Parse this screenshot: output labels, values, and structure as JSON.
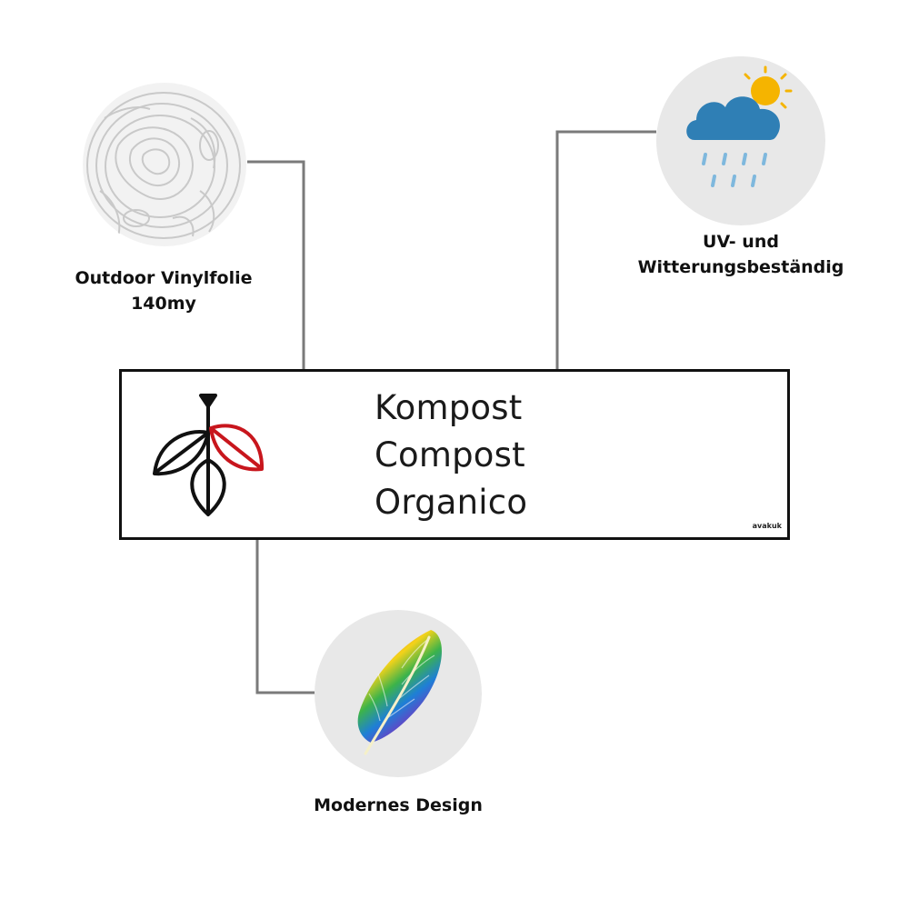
{
  "features": {
    "material": {
      "label_line1": "Outdoor Vinylfolie",
      "label_line2": "140my",
      "icon": "topographic-texture-icon"
    },
    "weather": {
      "label_line1": "UV- und",
      "label_line2": "Witterungsbeständig",
      "icon": "cloud-sun-rain-icon"
    },
    "design": {
      "label": "Modernes Design",
      "icon": "rainbow-feather-icon"
    }
  },
  "sign": {
    "lines": [
      "Kompost",
      "Compost",
      "Organico"
    ],
    "brand": "avakuk",
    "icon": "leaves-icon",
    "colors": {
      "outline": "#111111",
      "accent": "#c8161d"
    }
  },
  "colors": {
    "connector": "#7a7a7a",
    "circle_bg": "#e8e8e8",
    "cloud": "#2f7fb5",
    "rain": "#7fb8dd",
    "sun": "#f5b400"
  }
}
